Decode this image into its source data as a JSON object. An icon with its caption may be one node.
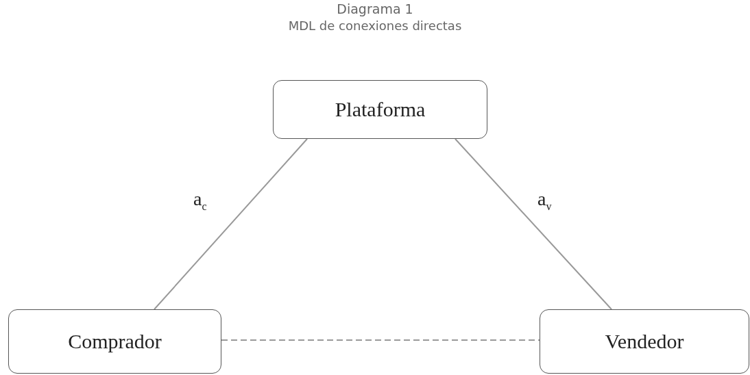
{
  "diagram": {
    "title": "Diagrama 1",
    "caption": "MDL de conexiones directas",
    "nodes": [
      {
        "text": [
          "Plataforma"
        ]
      },
      {
        "text": [
          "Comprador"
        ]
      },
      {
        "text": [
          "Vendedor"
        ]
      }
    ],
    "edges": [
      {
        "from": 0,
        "to": 1,
        "arrow": "none",
        "label": "a$_{c}$"
      },
      {
        "from": 0,
        "to": 2,
        "arrow": "none",
        "label": "a$_{v}$"
      },
      {
        "from": 1,
        "to": 2,
        "arrow": "none",
        "style": "dashed"
      }
    ]
  }
}
